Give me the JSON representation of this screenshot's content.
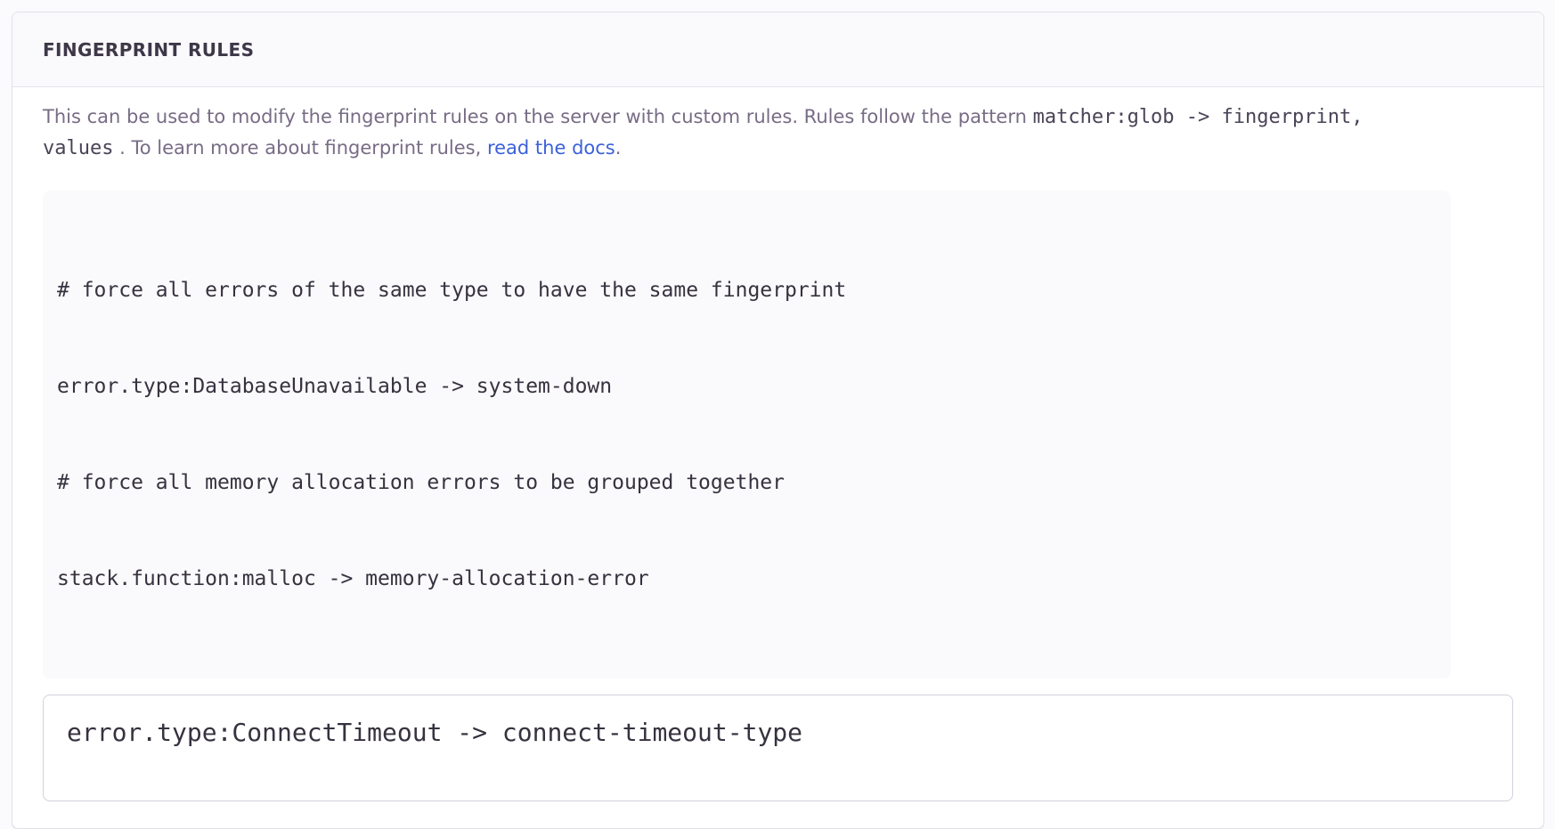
{
  "panel": {
    "title": "FINGERPRINT RULES",
    "description": {
      "text_start": "This can be used to modify the fingerprint rules on the server with custom rules. Rules follow the pattern",
      "code_line1": "matcher:glob -> fingerprint,",
      "code_line2": "values",
      "text_middle": ". To learn more about fingerprint rules,",
      "link_label": "read the docs",
      "text_end": "."
    },
    "example": {
      "lines": [
        "# force all errors of the same type to have the same fingerprint",
        "error.type:DatabaseUnavailable -> system-down",
        "# force all memory allocation errors to be grouped together",
        "stack.function:malloc -> memory-allocation-error"
      ]
    },
    "editor": {
      "value": "error.type:ConnectTimeout -> connect-timeout-type"
    }
  },
  "colors": {
    "link": "#3C62D9",
    "panel_border": "#E3DFE8",
    "header_background": "#FAF9FB",
    "code_block_background": "#FAF9FB",
    "title_text": "#3D3748",
    "body_text": "#776C85",
    "code_text": "#37323F"
  }
}
